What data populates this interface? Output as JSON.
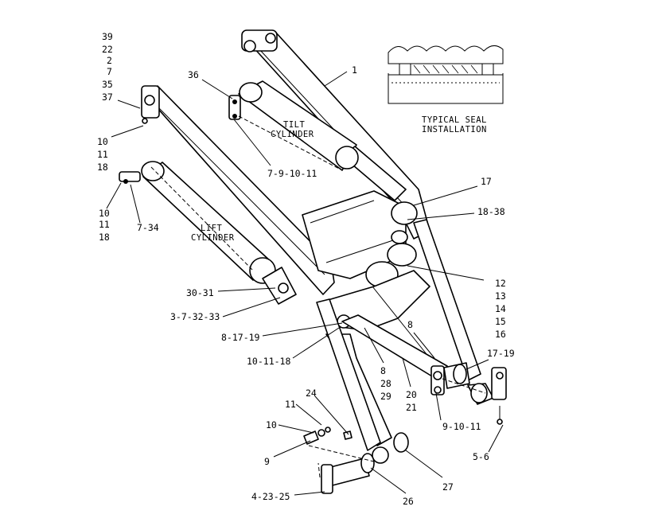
{
  "diagram": {
    "labels": {
      "l1": "1",
      "l39": "39",
      "l22": "22",
      "l2": "2",
      "l7": "7",
      "l35": "35",
      "l37": "37",
      "l36": "36",
      "l10a": "10",
      "l11a": "11",
      "l18a": "18",
      "l10b": "10",
      "l11b": "11",
      "l18b": "18",
      "l734": "7-34",
      "l791011": "7-9-10-11",
      "l17": "17",
      "l1838": "18-38",
      "l12": "12",
      "l13": "13",
      "l14": "14",
      "l15": "15",
      "l16": "16",
      "l3031": "30-31",
      "l373233": "3-7-32-33",
      "l81719": "8-17-19",
      "l101118": "10-11-18",
      "l8a": "8",
      "l28": "28",
      "l29": "29",
      "l8b": "8",
      "l1719": "17-19",
      "l20": "20",
      "l21": "21",
      "l91011": "9-10-11",
      "l56": "5-6",
      "l24": "24",
      "l11c": "11",
      "l10c": "10",
      "l9": "9",
      "l42325": "4-23-25",
      "l26": "26",
      "l27": "27"
    },
    "captions": {
      "tilt_line1": "TILT",
      "tilt_line2": "CYLINDER",
      "lift_line1": "LIFT",
      "lift_line2": "CYLINDER",
      "seal_line1": "TYPICAL SEAL",
      "seal_line2": "INSTALLATION"
    }
  }
}
